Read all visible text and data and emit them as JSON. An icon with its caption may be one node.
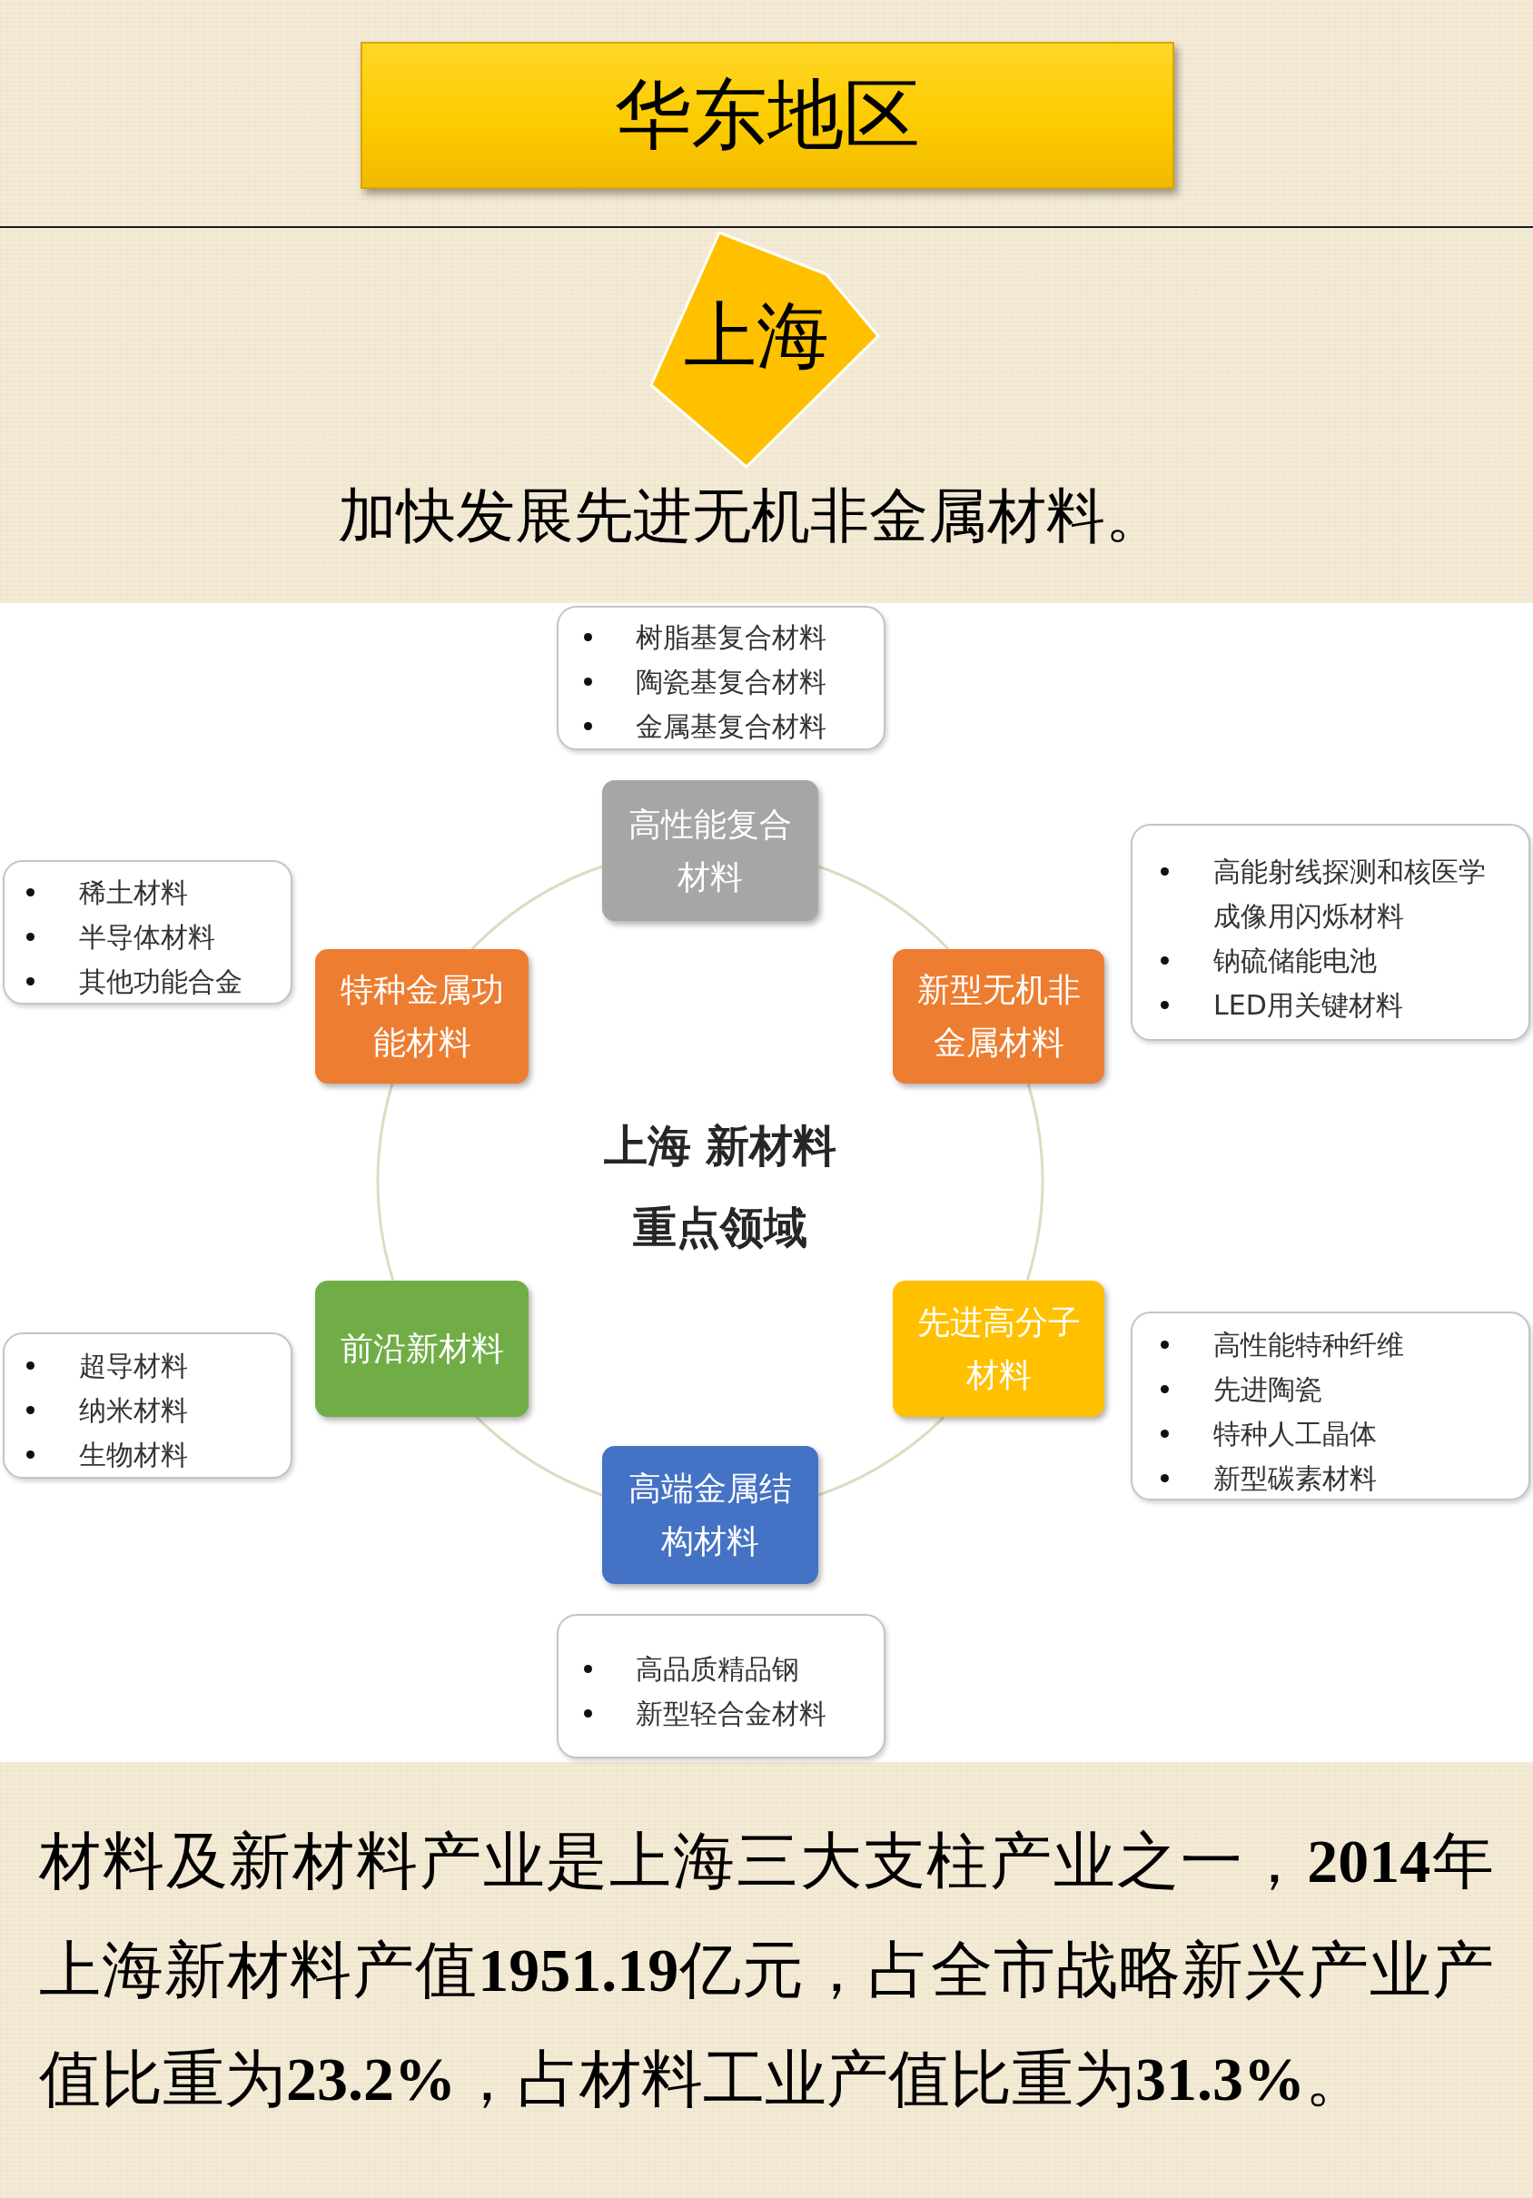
{
  "diagram": {
    "title": "华东地区",
    "nodes": [
      {
        "text": [
          "上海"
        ]
      },
      {
        "text": [
          "树脂基复合材料",
          "陶瓷基复合材料",
          "金属基复合材料"
        ]
      },
      {
        "text": [
          "高性能复合材料"
        ]
      },
      {
        "text": [
          "稀土材料",
          "半导体材料",
          "其他功能合金"
        ]
      },
      {
        "text": [
          "高能射线探测和核医学成像用闪烁材料",
          "钠硫储能电池",
          "LED用关键材料"
        ]
      },
      {
        "text": [
          "特种金属功能材料"
        ]
      },
      {
        "text": [
          "新型无机非金属材料"
        ]
      },
      {
        "text": [
          "前沿新材料"
        ]
      },
      {
        "text": [
          "先进高分子材料"
        ]
      },
      {
        "text": [
          "超导材料",
          "纳米材料",
          "生物材料"
        ]
      },
      {
        "text": [
          "高性能特种纤维",
          "先进陶瓷",
          "特种人工晶体",
          "新型碳素材料"
        ]
      },
      {
        "text": [
          "高端金属结构材料"
        ]
      },
      {
        "text": [
          "高品质精品钢",
          "新型轻合金材料"
        ]
      }
    ],
    "edges": [
      {
        "from": 2,
        "to": 6,
        "arrow": "none"
      },
      {
        "from": 6,
        "to": 8,
        "arrow": "none"
      },
      {
        "from": 8,
        "to": 11,
        "arrow": "none"
      },
      {
        "from": 11,
        "to": 7,
        "arrow": "none"
      },
      {
        "from": 7,
        "to": 5,
        "arrow": "none"
      },
      {
        "from": 5,
        "to": 2,
        "arrow": "none"
      }
    ],
    "labels": [
      "加快发展先进无机非金属材料。",
      "上海 新材料重点领域",
      "材料及新材料产业是上海三大支柱产业之一，**2014**年上海新材料产值**1951.19**亿元，占全市战略新兴产业产值比重为**23.2%**，占材料工业产值比重为**31.3%**。"
    ]
  }
}
